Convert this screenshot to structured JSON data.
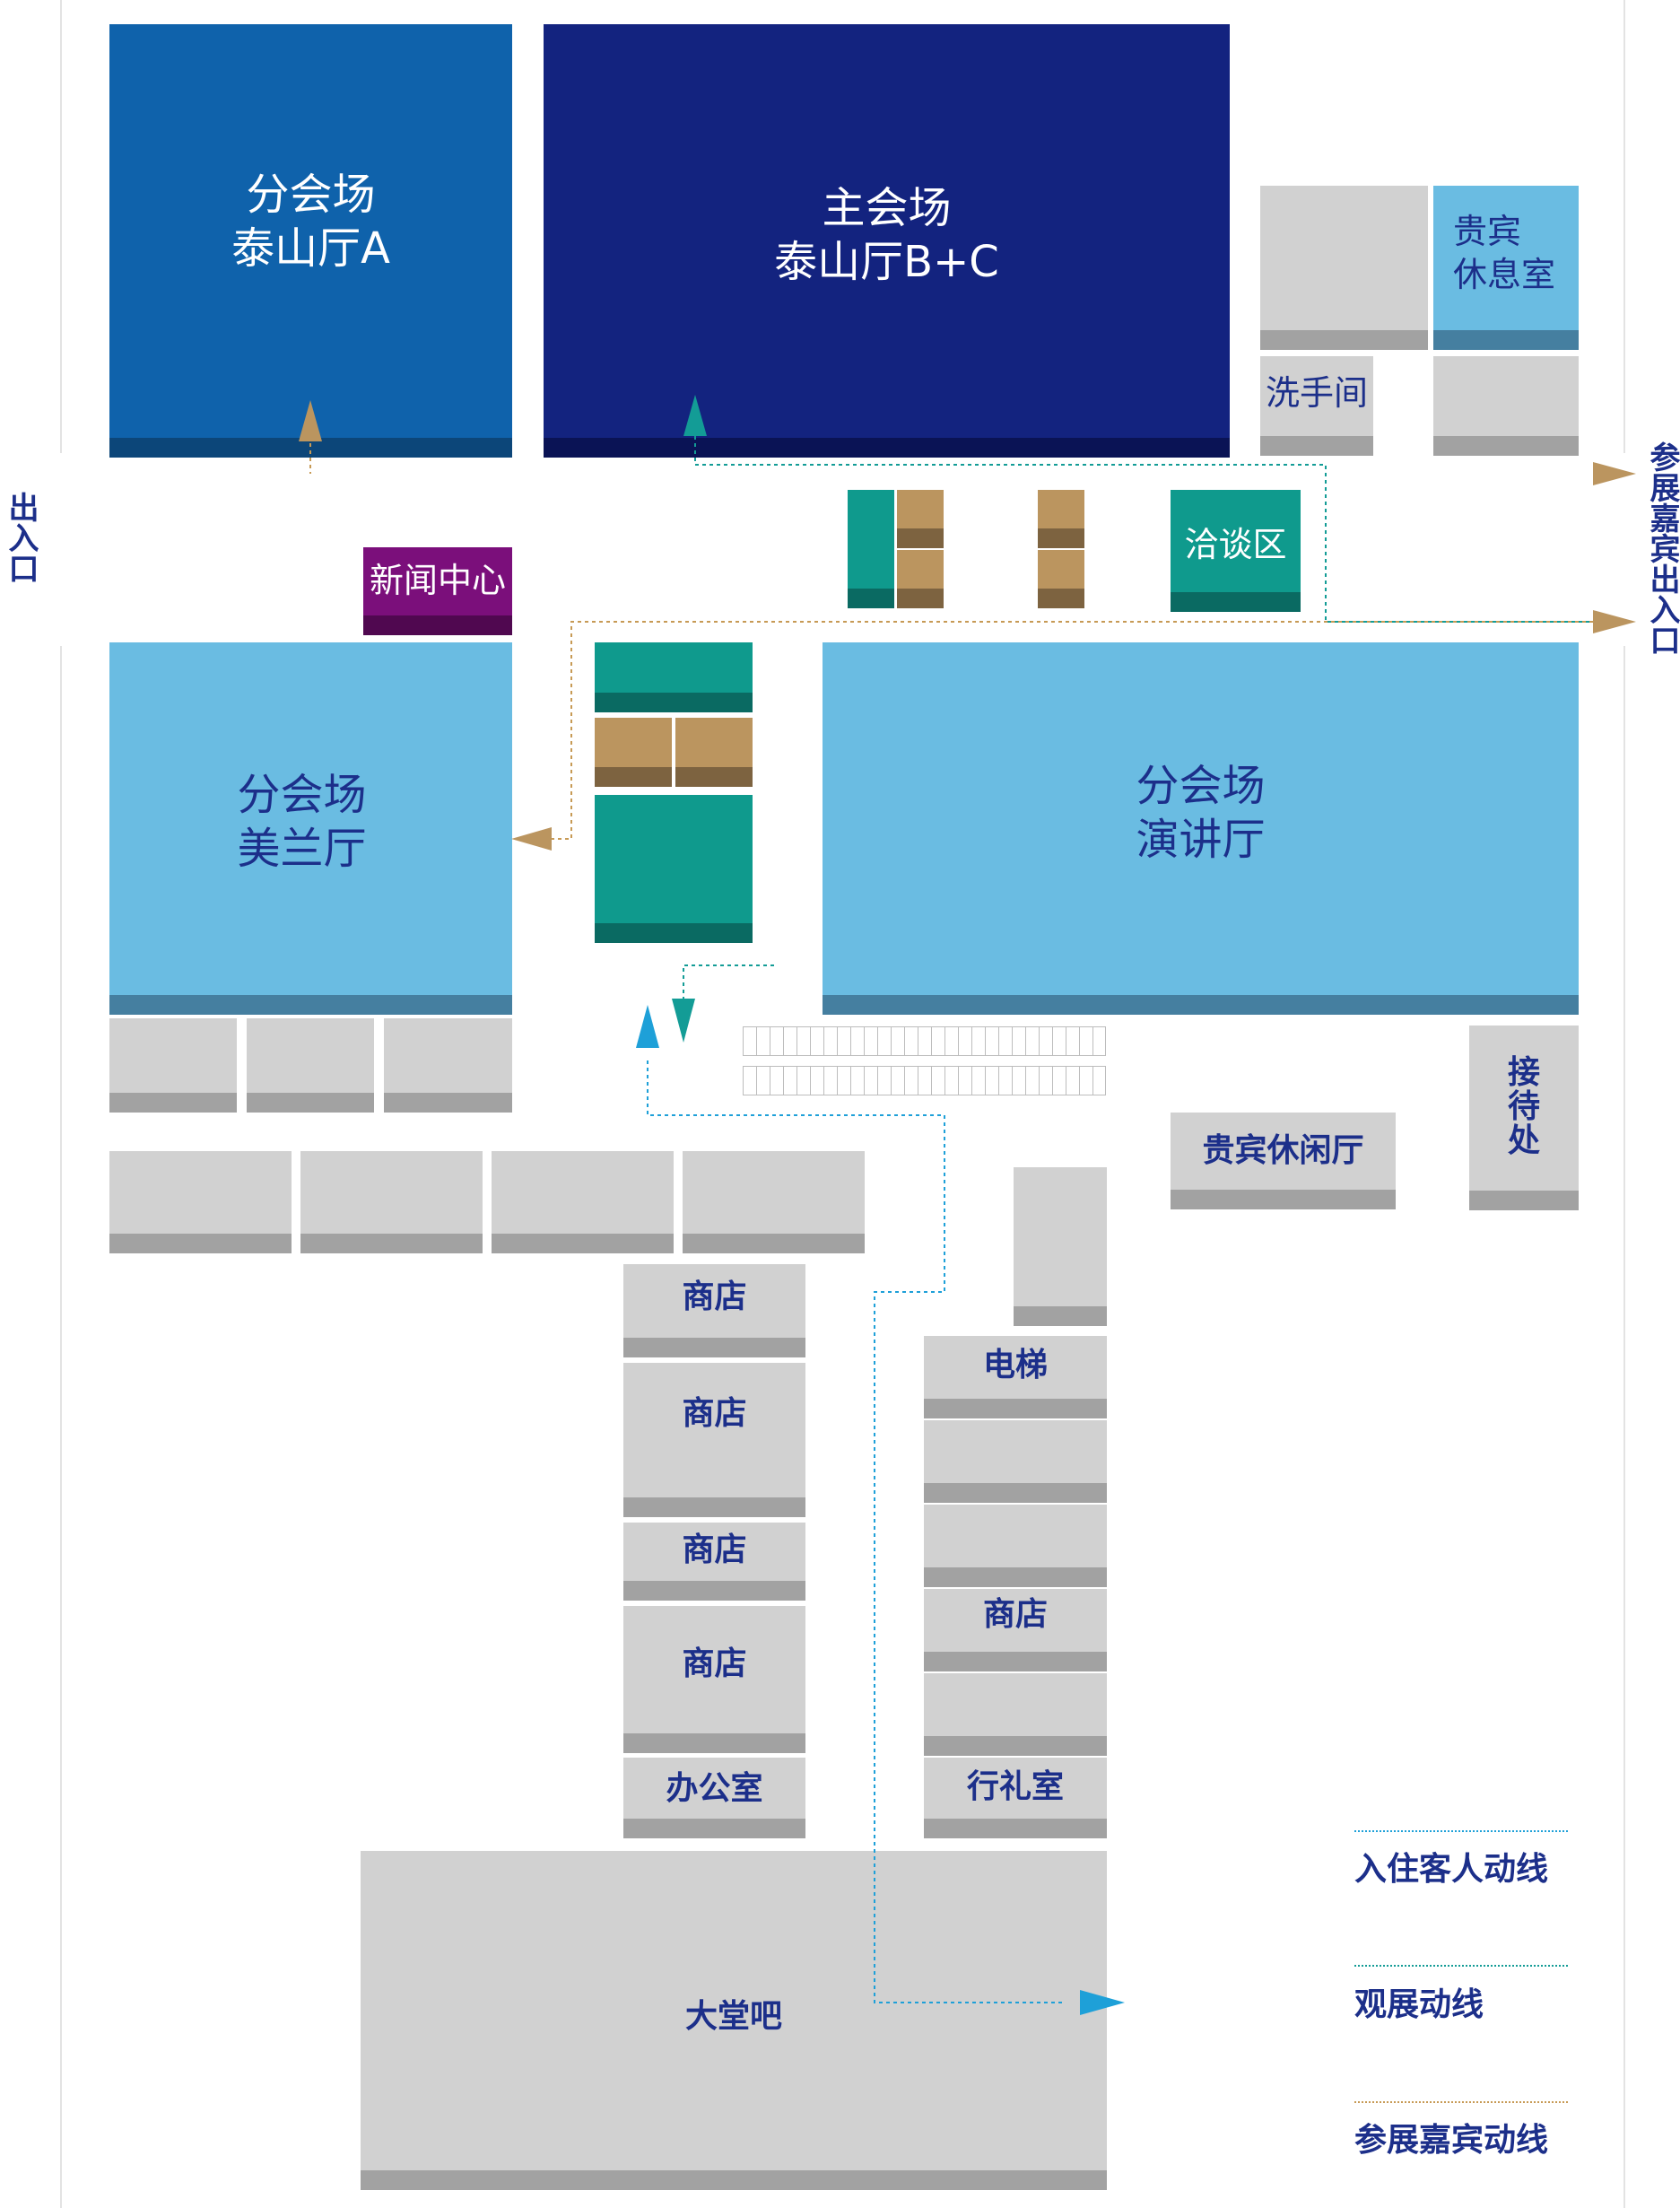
{
  "colors": {
    "blue_dark": "#0f62ab",
    "navy": "#13237f",
    "light_blue": "#6abce2",
    "teal": "#0f9a8d",
    "tan": "#bb955f",
    "purple": "#7b0f7b",
    "grey": "#d1d1d1",
    "grey_shadow": "#a2a2a2",
    "text_navy": "#1c2f8a",
    "guest_line": "#1ea0d8",
    "visitor_line": "#139c96",
    "exhibitor_line": "#c79a55"
  },
  "halls": {
    "taishan_a": "分会场\n泰山厅A",
    "taishan_bc": "主会场\n泰山厅B+C",
    "meilan": "分会场\n美兰厅",
    "lecture": "分会场\n演讲厅"
  },
  "rooms": {
    "vip_rest": "贵宾\n休息室",
    "restroom": "洗手间",
    "negotiation": "洽谈区",
    "press_center": "新闻中心",
    "vip_lounge": "贵宾休闲厅",
    "reception": "接\n待\n处",
    "shop": "商店",
    "office": "办公室",
    "elevator": "电梯",
    "luggage": "行礼室",
    "lobby_bar": "大堂吧"
  },
  "entrances": {
    "left": "出入口",
    "right": "参展嘉宾出入口"
  },
  "legend": {
    "guest": "入住客人动线",
    "visitor": "观展动线",
    "exhibitor": "参展嘉宾动线"
  },
  "icons": {
    "exhibitor_arrow": "arrow-tan-icon",
    "visitor_arrow": "arrow-teal-icon",
    "guest_arrow": "arrow-blue-icon"
  }
}
